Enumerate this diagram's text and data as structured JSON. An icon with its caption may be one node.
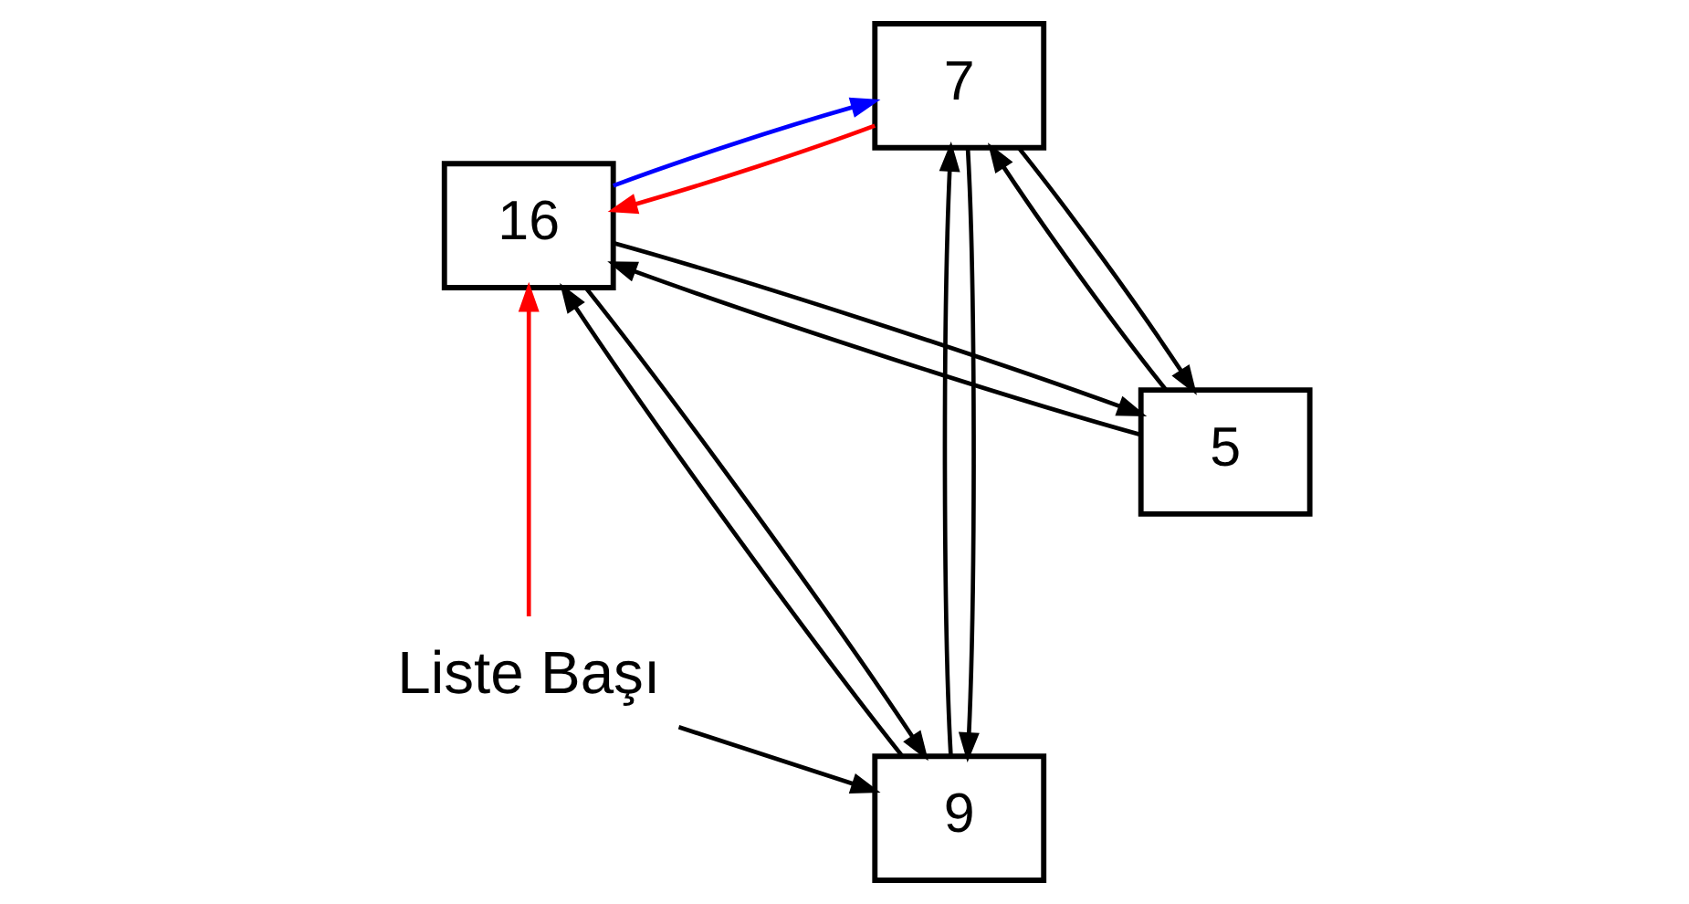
{
  "diagram": {
    "nodes": [
      {
        "text": [
          "7"
        ]
      },
      {
        "text": [
          "9"
        ]
      },
      {
        "text": [
          "16"
        ]
      },
      {
        "text": [
          "5"
        ]
      },
      {
        "text": [
          "Liste Başı"
        ]
      }
    ],
    "edges": [
      {
        "from": 0,
        "to": 1,
        "arrow": "to"
      },
      {
        "from": 1,
        "to": 0,
        "arrow": "to"
      },
      {
        "from": 1,
        "to": 2,
        "arrow": "to"
      },
      {
        "from": 2,
        "to": 1,
        "arrow": "to"
      },
      {
        "from": 2,
        "to": 3,
        "arrow": "to"
      },
      {
        "from": 3,
        "to": 2,
        "arrow": "to"
      },
      {
        "from": 3,
        "to": 0,
        "arrow": "to"
      },
      {
        "from": 0,
        "to": 3,
        "arrow": "to"
      },
      {
        "from": 4,
        "to": 1,
        "arrow": "to"
      },
      {
        "from": 4,
        "to": 2,
        "arrow": "to",
        "color": "#ff0000"
      },
      {
        "from": 0,
        "to": 2,
        "arrow": "to",
        "color": "#ff0000"
      },
      {
        "from": 2,
        "to": 0,
        "arrow": "to",
        "color": "#0000ff"
      }
    ]
  }
}
